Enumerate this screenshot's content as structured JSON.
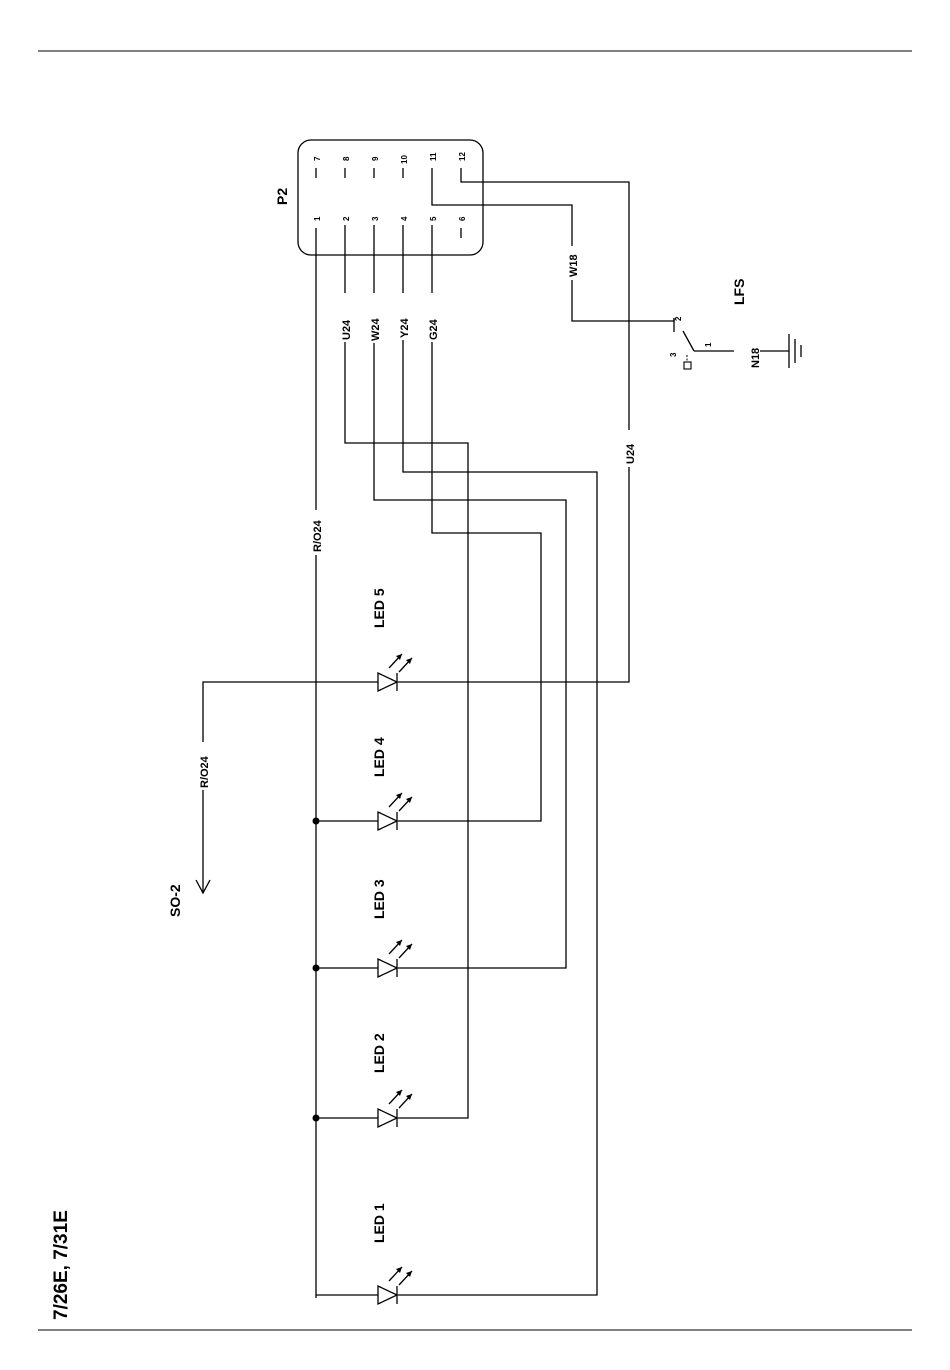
{
  "header": {
    "model": "7/26E, 7/31E"
  },
  "connector": {
    "name": "P2",
    "pins": [
      "1",
      "2",
      "3",
      "4",
      "5",
      "6",
      "7",
      "8",
      "9",
      "10",
      "11",
      "12"
    ]
  },
  "wires": {
    "r_o24": "R/O24",
    "u24_a": "U24",
    "w24": "W24",
    "y24": "Y24",
    "g24": "G24",
    "w18": "W18",
    "u24_b": "U24",
    "n18": "N18",
    "r_o24_so": "R/O24"
  },
  "leds": [
    "LED 1",
    "LED 2",
    "LED 3",
    "LED 4",
    "LED 5"
  ],
  "switch": {
    "name": "LFS",
    "pins": [
      "1",
      "2",
      "3"
    ]
  },
  "output": {
    "name": "SO-2"
  }
}
